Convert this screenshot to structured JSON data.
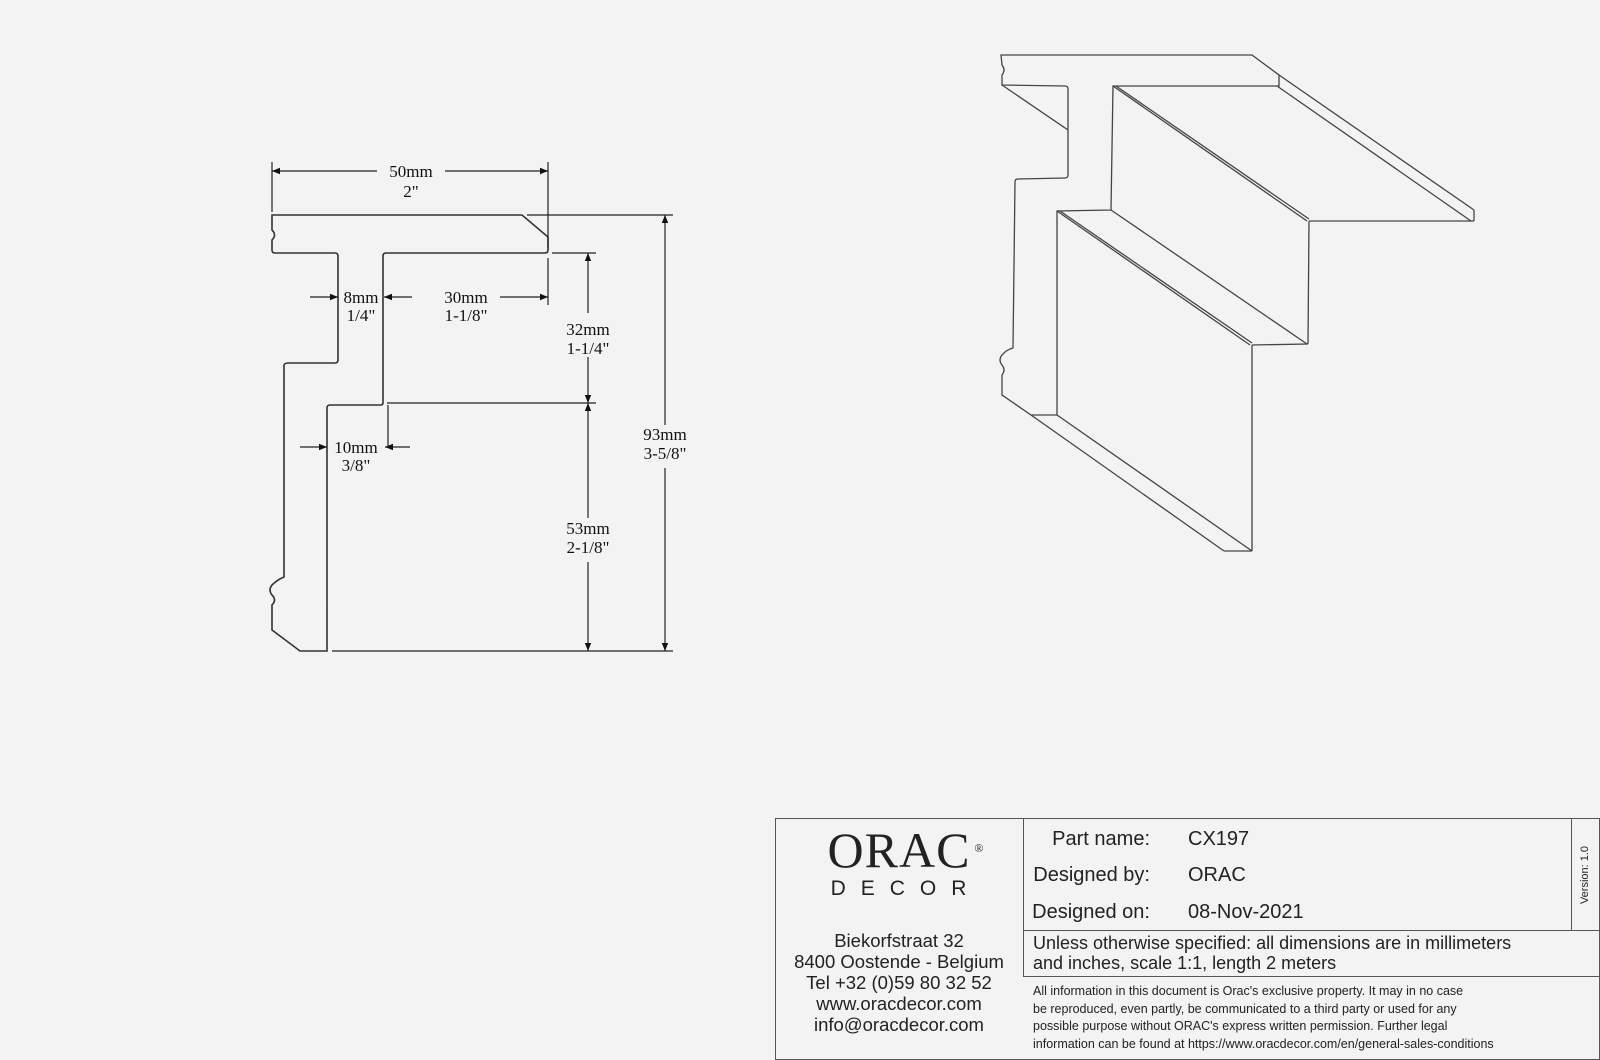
{
  "dimensions": {
    "width_total": {
      "mm": "50mm",
      "in": "2\""
    },
    "web_thickness": {
      "mm": "8mm",
      "in": "1/4\""
    },
    "flange_overhang": {
      "mm": "30mm",
      "in": "1-1/8\""
    },
    "upper_height": {
      "mm": "32mm",
      "in": "1-1/4\""
    },
    "lower_thickness": {
      "mm": "10mm",
      "in": "3/8\""
    },
    "lower_height": {
      "mm": "53mm",
      "in": "2-1/8\""
    },
    "total_height": {
      "mm": "93mm",
      "in": "3-5/8\""
    }
  },
  "title_block": {
    "logo": {
      "main": "ORAC",
      "sub": "DECOR",
      "mark": "®"
    },
    "address": [
      "Biekorfstraat 32",
      "8400 Oostende - Belgium",
      "Tel  +32 (0)59 80 32 52",
      "www.oracdecor.com",
      "info@oracdecor.com"
    ],
    "part_name_label": "Part name:",
    "part_name": "CX197",
    "designed_by_label": "Designed by:",
    "designed_by": "ORAC",
    "designed_on_label": "Designed on:",
    "designed_on": "08-Nov-2021",
    "version": "Version: 1.0",
    "spec_note": [
      "Unless otherwise specified: all dimensions are in millimeters",
      "and inches, scale 1:1, length 2 meters"
    ],
    "legal": [
      "All information in this document is Orac's exclusive property.  It may in no case",
      "be reproduced, even partly, be communicated to a third party or used for any",
      "possible purpose without ORAC's express written permission. Further legal",
      "information can be found at https://www.oracdecor.com/en/general-sales-conditions"
    ]
  }
}
